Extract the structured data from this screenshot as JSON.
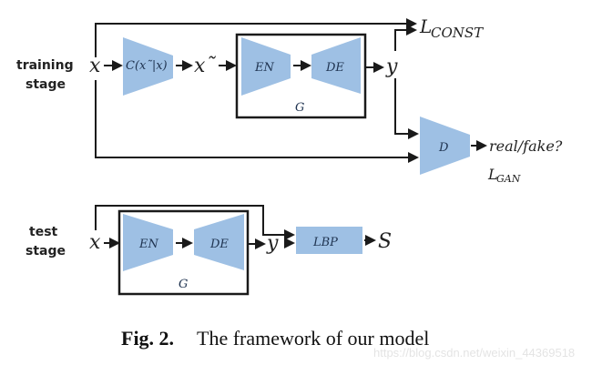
{
  "colors": {
    "block_fill": "#9ec0e4",
    "line": "#1a1a1a",
    "text": "#222222"
  },
  "training": {
    "stage_label_line1": "training",
    "stage_label_line2": "stage",
    "input": "x",
    "corruption": "C(x˜|x)",
    "corrupted": "x˜",
    "encoder": "EN",
    "decoder": "DE",
    "generator": "G",
    "output": "y",
    "loss_const_main": "L",
    "loss_const_sub": "CONST",
    "discriminator": "D",
    "disc_output": "real/fake?",
    "loss_gan_main": "L",
    "loss_gan_sub": "GAN"
  },
  "test": {
    "stage_label_line1": "test",
    "stage_label_line2": "stage",
    "input": "x",
    "encoder": "EN",
    "decoder": "DE",
    "generator": "G",
    "output": "y",
    "lbp": "LBP",
    "score": "S"
  },
  "caption": {
    "prefix": "Fig. 2.",
    "text": "The framework of our model"
  },
  "watermark": "https://blog.csdn.net/weixin_44369518"
}
